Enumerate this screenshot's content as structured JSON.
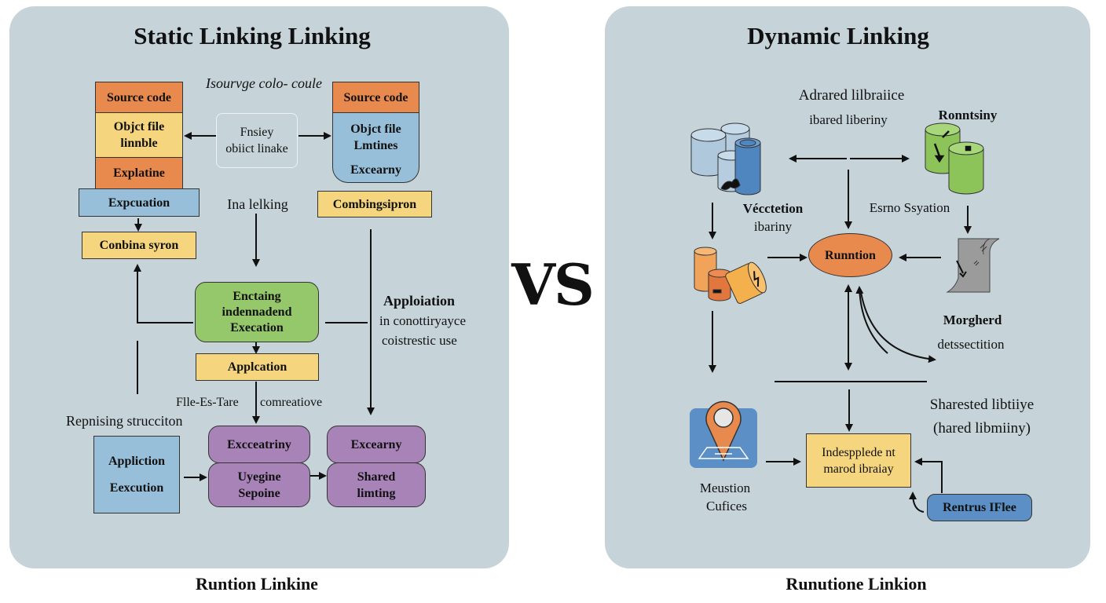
{
  "vs_label": "VS",
  "static": {
    "title": "Static Linking Linking",
    "caption": "Runtion Linkine",
    "subtitle_italic": "Isourvge colo- coule",
    "left_stack": {
      "top": "Source code",
      "middle": [
        "Objct file",
        "linnble"
      ],
      "bottom": "Explatine"
    },
    "center_box": [
      "Fnsiey",
      "obiict linake"
    ],
    "right_stack": {
      "top": "Source code",
      "middle": [
        "Objct file",
        "Lmtines"
      ],
      "bottom": "Excearny"
    },
    "expcuation_box": "Expcuation",
    "conbina_box": "Conbina syron",
    "ina_label": "Ina lelking",
    "combing_box": "Combingsipron",
    "green_box": [
      "Enctaing",
      "indennadend",
      "Execation"
    ],
    "application_note": {
      "title": "Apploiation",
      "lines": [
        "in conottiryayce",
        "coistrestic use"
      ]
    },
    "applcation_box": "Applcation",
    "flow_label_left": "Flle-Es-Tare",
    "flow_label_right": "comreatiove",
    "repnising_label": "Repnising strucciton",
    "appliction_box": [
      "Appliction",
      "Eexcution"
    ],
    "purple_left_top": "Excceatriny",
    "purple_left_bottom": [
      "Uyegine",
      "Sepoine"
    ],
    "purple_right_top": "Excearny",
    "purple_right_bottom": [
      "Shared",
      "limting"
    ]
  },
  "dynamic": {
    "title": "Dynamic Linking",
    "caption": "Runutione Linkion",
    "top_label": [
      "Adrared lilbraiice",
      "ibared liberiny"
    ],
    "ronntsiny_label": "Ronntsiny",
    "vecctetion_label": [
      "Vécctetion",
      "ibariny"
    ],
    "esrno_label": "Esrno Ssyation",
    "runtime_node": "Runntion",
    "morgherd_label": [
      "Morgherd",
      "detssectition"
    ],
    "sharested_label": [
      "Sharested libtiiye",
      "(hared libmiiny)"
    ],
    "independent_box": [
      "Indespplede nt",
      "marod ibraiay"
    ],
    "meustion_label": [
      "Meustion",
      "Cufices"
    ],
    "rentrus_button": "Rentrus IFlee"
  },
  "colors": {
    "panel_bg": "#c6d3d9",
    "orange": "#e8894d",
    "yellow": "#f5d57e",
    "blue": "#98bfd9",
    "green": "#95c76b",
    "purple": "#a883b8"
  }
}
